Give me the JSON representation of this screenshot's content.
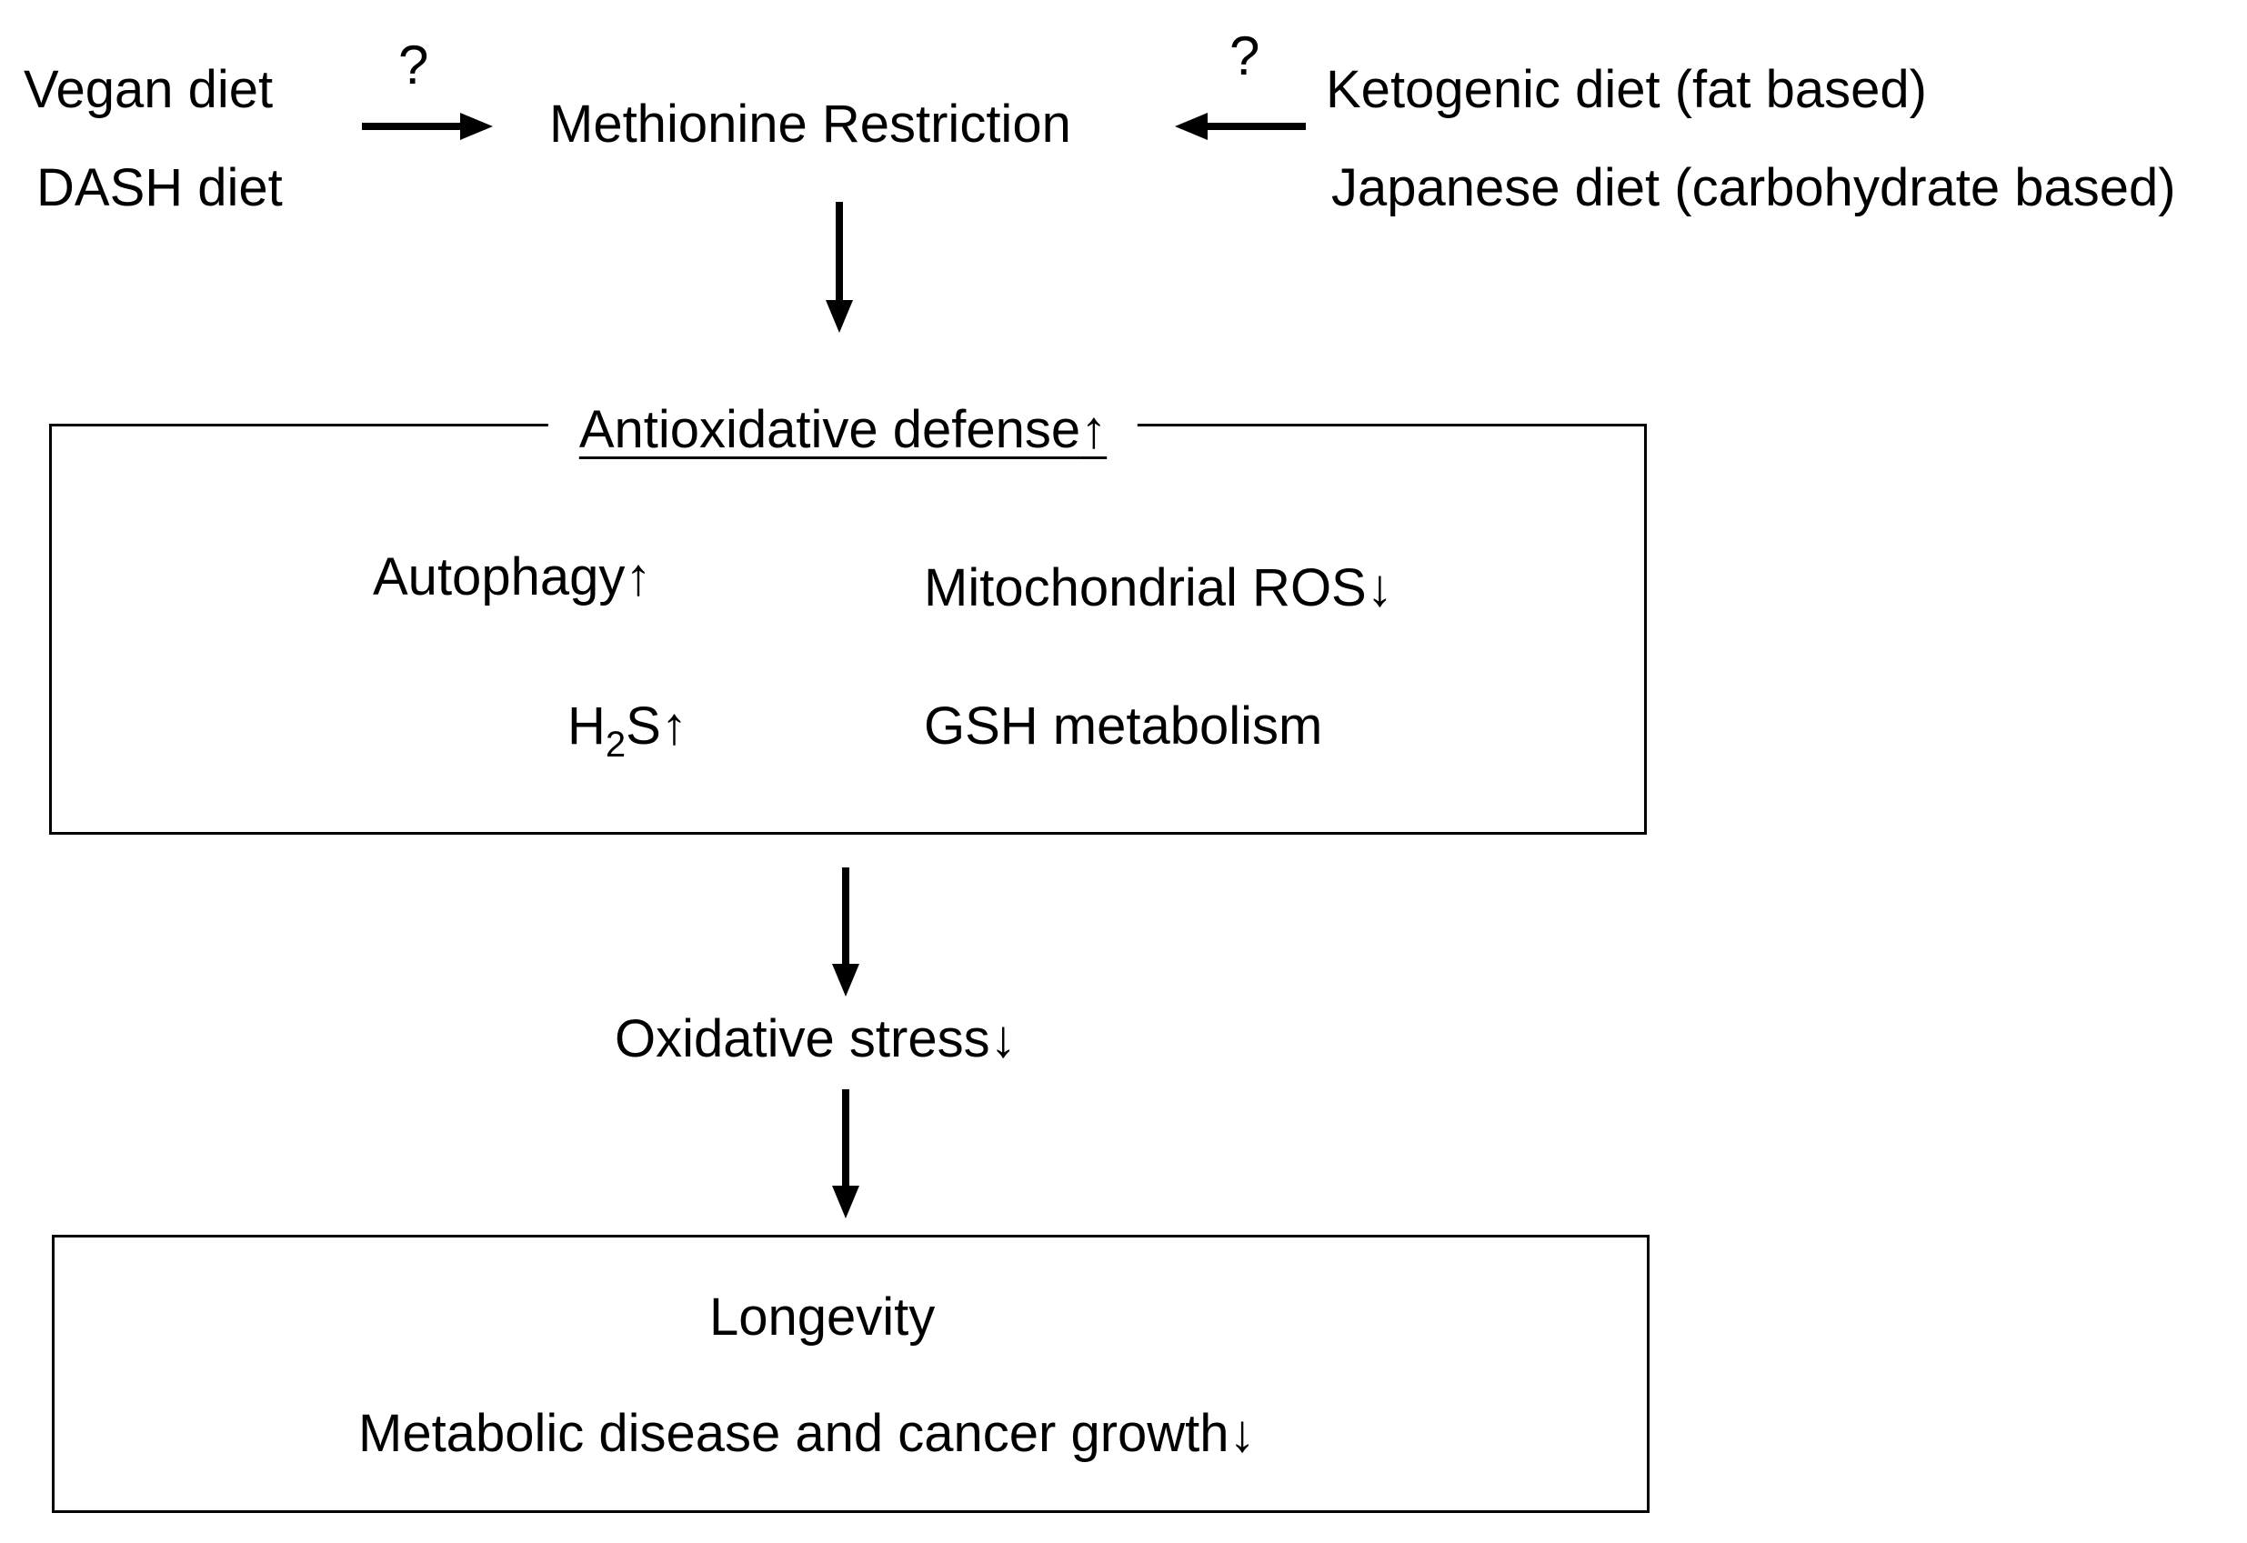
{
  "inputs_left": {
    "items": [
      "Vegan diet",
      "DASH diet"
    ],
    "question": "?"
  },
  "center": {
    "label": "Methionine Restriction"
  },
  "inputs_right": {
    "items": [
      "Ketogenic diet (fat based)",
      "Japanese diet (carbohydrate based)"
    ],
    "question": "?"
  },
  "antioxidative": {
    "title": "Antioxidative defense",
    "title_arrow": "↑",
    "autophagy": "Autophagy",
    "autophagy_arrow": "↑",
    "mito_ros": "Mitochondrial ROS",
    "mito_ros_arrow": "↓",
    "h2s_prefix": "H",
    "h2s_sub": "2",
    "h2s_suffix": "S",
    "h2s_arrow": "↑",
    "gsh": "GSH metabolism"
  },
  "oxidative_stress": {
    "label": "Oxidative stress",
    "arrow": "↓"
  },
  "outcomes": {
    "longevity": "Longevity",
    "disease": "Metabolic disease and cancer growth",
    "disease_arrow": "↓"
  },
  "colors": {
    "line": "#000000",
    "background": "#ffffff"
  }
}
